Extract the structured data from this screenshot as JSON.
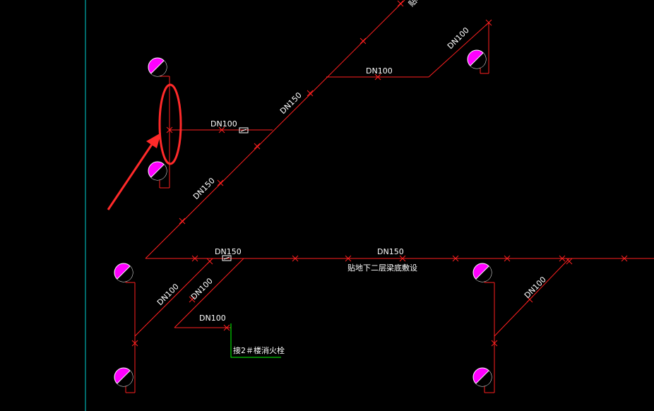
{
  "labels": {
    "dn100_top": "DN100",
    "dn100_upper_right": "DN100",
    "dn150_diag_upper": "DN150",
    "dn100_branch": "DN100",
    "dn150_diag_mid": "DN150",
    "dn150_main_left": "DN150",
    "dn150_main_right": "DN150",
    "main_note": "贴地下二层梁底敷设",
    "dn100_left_a": "DN100",
    "dn100_left_b": "DN100",
    "dn100_bottom": "DN100",
    "connect_note": "接2＃楼消火栓",
    "dn100_right_diag": "DN100",
    "top_cut_text": "贴地"
  },
  "colors": {
    "background": "#000000",
    "pipe": "#ff2020",
    "hydrant_fill": "#ff00ff",
    "hydrant_outline": "#ffffff",
    "border_line": "#00d0d0",
    "annotation": "#ff2a2a",
    "connector": "#00ff00",
    "text": "#ffffff"
  }
}
